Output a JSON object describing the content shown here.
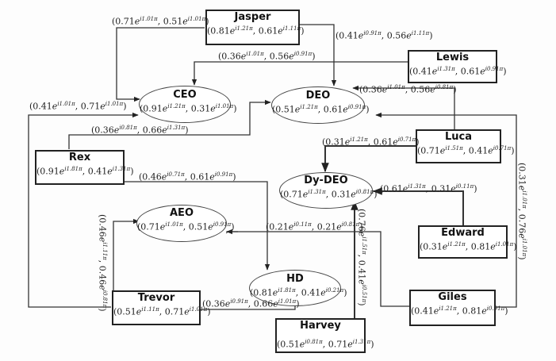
{
  "diagram": {
    "type": "directed-network",
    "nodes": [
      {
        "id": "jasper",
        "name": "Jasper",
        "shape": "rectangle",
        "value": {
          "a": "0.81",
          "ap": "1.21",
          "b": "0.61",
          "bp": "1.11"
        }
      },
      {
        "id": "lewis",
        "name": "Lewis",
        "shape": "rectangle",
        "value": {
          "a": "0.41",
          "ap": "1.31",
          "b": "0.61",
          "bp": "0.91"
        }
      },
      {
        "id": "luca",
        "name": "Luca",
        "shape": "rectangle",
        "value": {
          "a": "0.71",
          "ap": "1.51",
          "b": "0.41",
          "bp": "0.71"
        }
      },
      {
        "id": "rex",
        "name": "Rex",
        "shape": "rectangle",
        "value": {
          "a": "0.91",
          "ap": "1.81",
          "b": "0.41",
          "bp": "1.31"
        }
      },
      {
        "id": "edward",
        "name": "Edward",
        "shape": "rectangle",
        "value": {
          "a": "0.31",
          "ap": "1.21",
          "b": "0.81",
          "bp": "1.01"
        }
      },
      {
        "id": "giles",
        "name": "Giles",
        "shape": "rectangle",
        "value": {
          "a": "0.41",
          "ap": "1.21",
          "b": "0.81",
          "bp": "0.91"
        }
      },
      {
        "id": "trevor",
        "name": "Trevor",
        "shape": "rectangle",
        "value": {
          "a": "0.51",
          "ap": "1.11",
          "b": "0.71",
          "bp": "1.01"
        }
      },
      {
        "id": "harvey",
        "name": "Harvey",
        "shape": "rectangle",
        "value": {
          "a": "0.51",
          "ap": "0.81",
          "b": "0.71",
          "bp": "1.31"
        }
      },
      {
        "id": "ceo",
        "name": "CEO",
        "shape": "ellipse",
        "value": {
          "a": "0.91",
          "ap": "1.21",
          "b": "0.31",
          "bp": "1.01"
        }
      },
      {
        "id": "deo",
        "name": "DEO",
        "shape": "ellipse",
        "value": {
          "a": "0.51",
          "ap": "1.21",
          "b": "0.61",
          "bp": "0.91"
        }
      },
      {
        "id": "dydeo",
        "name": "Dy-DEO",
        "shape": "ellipse",
        "value": {
          "a": "0.71",
          "ap": "1.31",
          "b": "0.31",
          "bp": "0.81"
        }
      },
      {
        "id": "aeo",
        "name": "AEO",
        "shape": "ellipse",
        "value": {
          "a": "0.71",
          "ap": "1.01",
          "b": "0.51",
          "bp": "0.91"
        }
      },
      {
        "id": "hd",
        "name": "HD",
        "shape": "ellipse",
        "value": {
          "a": "0.81",
          "ap": "1.81",
          "b": "0.41",
          "bp": "0.21"
        }
      }
    ],
    "edges": [
      {
        "id": "jasper-ceo",
        "from": "Jasper",
        "to": "CEO",
        "value": {
          "a": "0.71",
          "ap": "1.01",
          "b": "0.51",
          "bp": "1.01"
        }
      },
      {
        "id": "jasper-deo",
        "from": "Jasper",
        "to": "DEO",
        "value": {
          "a": "0.41",
          "ap": "0.91",
          "b": "0.56",
          "bp": "1.11"
        }
      },
      {
        "id": "lewis-ceo",
        "from": "Lewis",
        "to": "CEO",
        "value": {
          "a": "0.36",
          "ap": "1.01",
          "b": "0.56",
          "bp": "0.91"
        }
      },
      {
        "id": "luca-deo",
        "from": "Luca",
        "to": "DEO",
        "value": {
          "a": "0.36",
          "ap": "1.01",
          "b": "0.56",
          "bp": "0.81"
        }
      },
      {
        "id": "trevor-ceo",
        "from": "Trevor",
        "to": "CEO",
        "value": {
          "a": "0.41",
          "ap": "1.01",
          "b": "0.71",
          "bp": "1.01"
        }
      },
      {
        "id": "rex-deo",
        "from": "Rex",
        "to": "DEO",
        "value": {
          "a": "0.36",
          "ap": "0.81",
          "b": "0.66",
          "bp": "1.31"
        }
      },
      {
        "id": "luca-dydeo",
        "from": "Luca",
        "to": "Dy-DEO",
        "value": {
          "a": "0.31",
          "ap": "1.21",
          "b": "0.61",
          "bp": "0.71"
        }
      },
      {
        "id": "rex-hd",
        "from": "Rex",
        "to": "HD",
        "value": {
          "a": "0.46",
          "ap": "0.71",
          "b": "0.61",
          "bp": "0.91"
        }
      },
      {
        "id": "edward-dydeo",
        "from": "Edward",
        "to": "Dy-DEO",
        "value": {
          "a": "0.61",
          "ap": "1.31",
          "b": "0.31",
          "bp": "0.11"
        }
      },
      {
        "id": "giles-aeo",
        "from": "Giles",
        "to": "AEO",
        "value": {
          "a": "0.21",
          "ap": "0.11",
          "b": "0.21",
          "bp": "0.81"
        }
      },
      {
        "id": "giles-deo",
        "from": "Giles",
        "to": "DEO",
        "value": {
          "a": "0.31",
          "ap": "1.01",
          "b": "0.76",
          "bp": "1.01"
        }
      },
      {
        "id": "trevor-aeo",
        "from": "Trevor",
        "to": "AEO",
        "value": {
          "a": "0.46",
          "ap": "1.11",
          "b": "0.46",
          "bp": "0.81"
        }
      },
      {
        "id": "trevor-hd",
        "from": "Trevor",
        "to": "HD",
        "value": {
          "a": "0.36",
          "ap": "0.91",
          "b": "0.66",
          "bp": "1.01"
        }
      },
      {
        "id": "harvey-dydeo",
        "from": "Harvey",
        "to": "Dy-DEO",
        "value": {
          "a": "0.76",
          "ap": "1.51",
          "b": "0.41",
          "bp": "0.51"
        }
      }
    ]
  }
}
